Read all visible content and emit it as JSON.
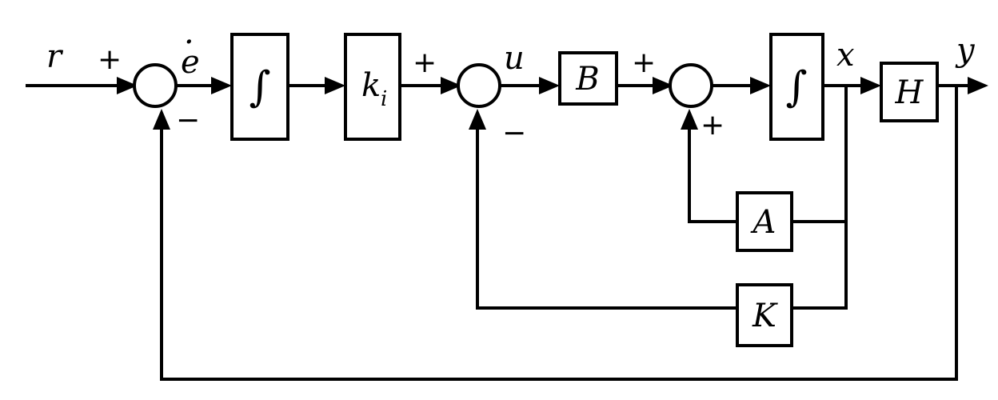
{
  "signals": {
    "reference": "r",
    "error_rate": "e",
    "error_rate_dot": "·",
    "control": "u",
    "state": "x",
    "output": "y"
  },
  "blocks": {
    "integrator_1": "∫",
    "gain_ki": "k",
    "gain_ki_subscript": "i",
    "input_matrix": "B",
    "integrator_2": "∫",
    "output_matrix": "H",
    "system_matrix": "A",
    "feedback_gain": "K"
  },
  "signs": {
    "sum1_plus": "+",
    "sum1_minus": "−",
    "sum2_plus": "+",
    "sum2_minus": "−",
    "sum3_plus_top": "+",
    "sum3_plus_bottom": "+"
  }
}
